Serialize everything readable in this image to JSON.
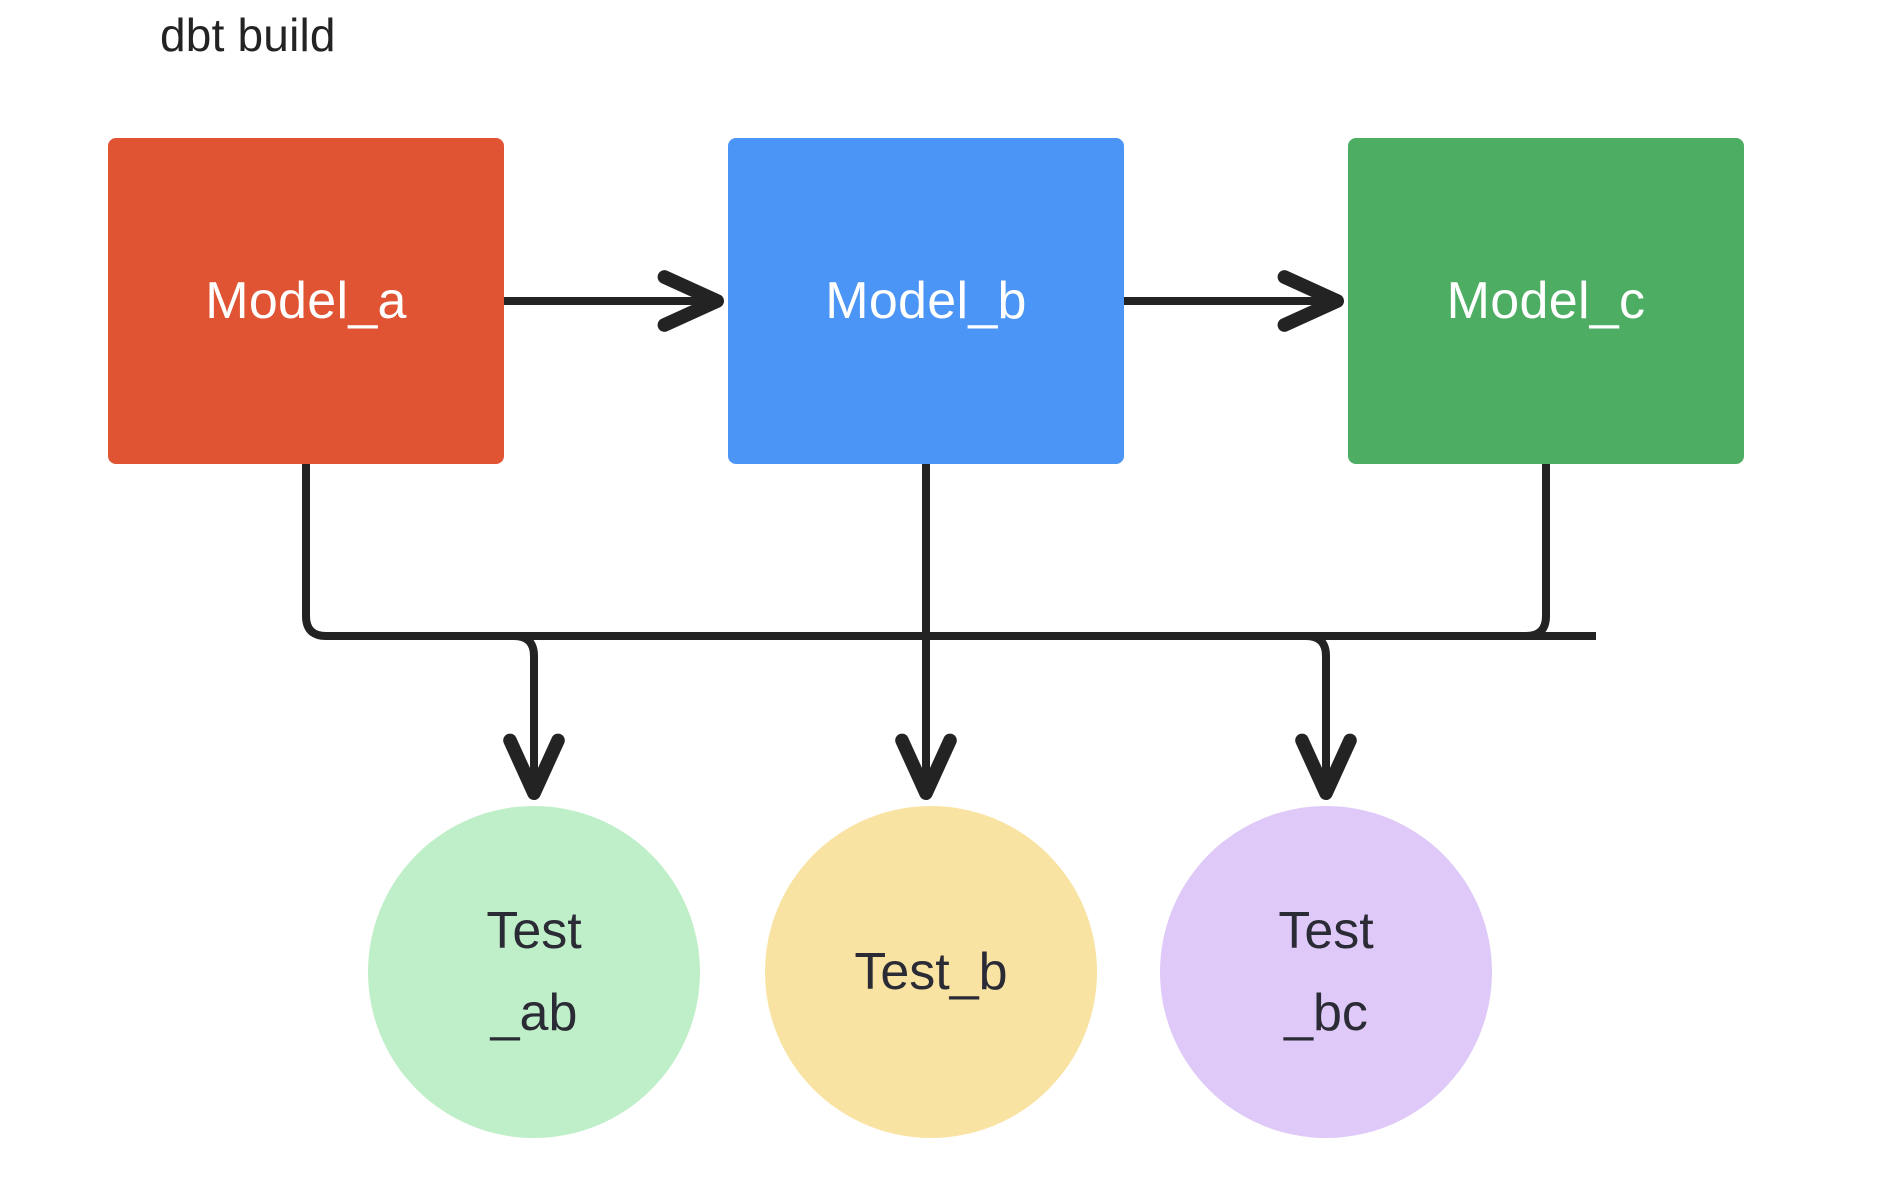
{
  "diagram": {
    "title": "dbt build",
    "background_color": "#ffffff",
    "edge_color": "#232323",
    "nodes": {
      "models": [
        {
          "id": "model_a",
          "label": "Model_a",
          "shape": "rectangle",
          "color": "#e05434",
          "text_color": "#ffffff"
        },
        {
          "id": "model_b",
          "label": "Model_b",
          "shape": "rectangle",
          "color": "#4a95f5",
          "text_color": "#ffffff"
        },
        {
          "id": "model_c",
          "label": "Model_c",
          "shape": "rectangle",
          "color": "#4cad63",
          "text_color": "#ffffff"
        }
      ],
      "tests": [
        {
          "id": "test_ab",
          "label": "Test_ab",
          "line1": "Test",
          "line2": "_ab",
          "shape": "circle",
          "color": "#bfefc8",
          "text_color": "#2b2b35"
        },
        {
          "id": "test_b",
          "label": "Test_b",
          "line1": "Test_b",
          "line2": "",
          "shape": "circle",
          "color": "#f9e3a2",
          "text_color": "#2b2b35"
        },
        {
          "id": "test_bc",
          "label": "Test_bc",
          "line1": "Test",
          "line2": "_bc",
          "shape": "circle",
          "color": "#dfc9f8",
          "text_color": "#2b2b35"
        }
      ]
    },
    "edges": [
      {
        "from": "model_a",
        "to": "model_b",
        "style": "straight-arrow"
      },
      {
        "from": "model_b",
        "to": "model_c",
        "style": "straight-arrow"
      },
      {
        "from": "model_a",
        "to": "test_ab",
        "style": "orthogonal-arrow"
      },
      {
        "from": "model_b",
        "to": "test_ab",
        "style": "orthogonal-arrow"
      },
      {
        "from": "model_b",
        "to": "test_b",
        "style": "orthogonal-arrow"
      },
      {
        "from": "model_b",
        "to": "test_bc",
        "style": "orthogonal-arrow"
      },
      {
        "from": "model_c",
        "to": "test_bc",
        "style": "orthogonal-arrow"
      }
    ]
  }
}
